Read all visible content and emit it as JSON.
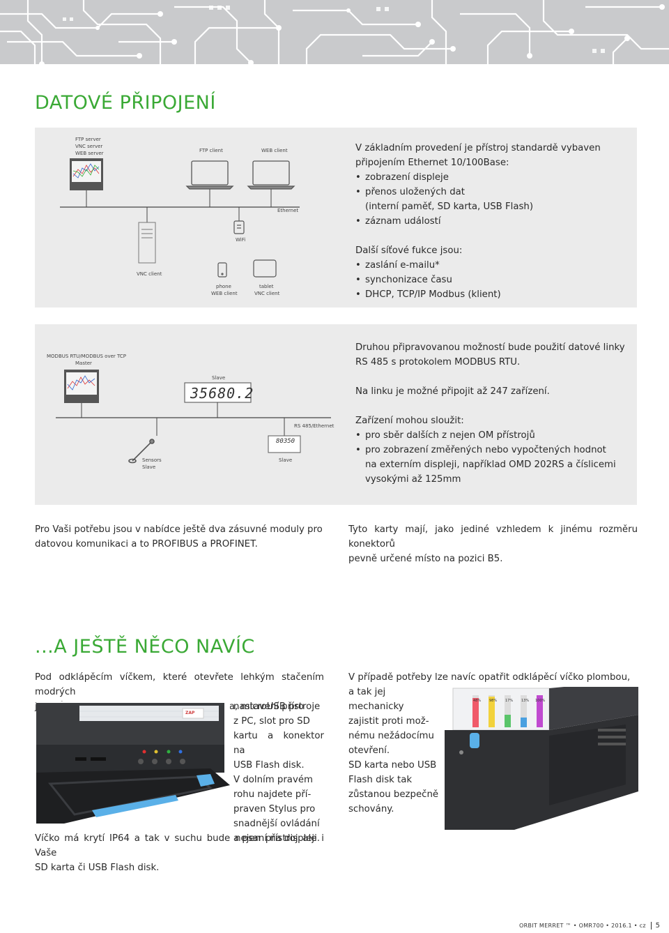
{
  "section1": {
    "title": "DATOVÉ PŘIPOJENÍ",
    "diagram1": {
      "labels": {
        "ftp_server": "FTP server",
        "vnc_server": "VNC server",
        "web_server": "WEB server",
        "ftp_client": "FTP client",
        "web_client": "WEB client",
        "ethernet": "Ethernet",
        "wifi": "WiFi",
        "vnc_client": "VNC client",
        "phone": "phone",
        "phone_web_client": "WEB client",
        "tablet": "tablet",
        "tablet_vnc_client": "VNC client"
      }
    },
    "text1": {
      "intro": [
        "V základním provedení je přístroj standardě vybaven",
        "připojením Ethernet 10/100Base:"
      ],
      "bullets": [
        "zobrazení displeje",
        "přenos uložených dat",
        "záznam událostí"
      ],
      "bullet2_cont": "(interní paměť, SD karta, USB Flash)",
      "intro2": "Další síťové fukce jsou:",
      "bullets2": [
        "zaslání e-mailu*",
        "synchonizace času",
        "DHCP, TCP/IP Modbus (klient)"
      ]
    },
    "diagram2": {
      "labels": {
        "master1": "MODBUS RTU/MODBUS over TCP",
        "master2": "Master",
        "slave_display": "Slave",
        "display_value": "35680.2",
        "rs485": "RS 485/Ethernet",
        "small_display_value": "80350",
        "sensors": "Sensors",
        "sensors_slave": "Slave",
        "slave_bottom": "Slave"
      }
    },
    "text2": {
      "line1": "Druhou připravovanou možností bude použití datové linky",
      "line2": "RS 485 s protokolem MODBUS RTU.",
      "line3": "Na linku je možné připojit až 247 zařízení.",
      "line4": "Zařízení mohou sloužit:",
      "bullet1": "pro sběr dalších z nejen OM přístrojů",
      "bullet2": "pro zobrazení změřených nebo vypočtených hodnot",
      "bullet2_cont1": "na externím displeji, například OMD 202RS a číslicemi",
      "bullet2_cont2": "vysokými až 125mm"
    },
    "para_left": [
      "Pro Vaši potřebu jsou v nabídce ještě dva zásuvné moduly pro",
      "datovou komunikaci a to PROFIBUS a PROFINET."
    ],
    "para_right": [
      "Tyto karty mají, jako jediné vzhledem k jinému rozměru konektorů",
      "pevně určené místo na pozici B5."
    ]
  },
  "section2": {
    "title": "...A JEŠTĚ NĚCO NAVÍC",
    "left_top": [
      "Pod odklápěcím víčkem, které otevřete lehkým stačením modrých",
      "jezdců Vám jsou dostupná ovládací tlačítka, microUSB pro"
    ],
    "left_side": [
      "nastavení přístroje",
      "z PC, slot pro SD",
      "kartu a konektor na",
      "USB Flash disk.",
      "V dolním pravém",
      "rohu najdete pří-",
      "praven Stylus pro",
      "snadnější ovládání",
      "a psaní na displeji."
    ],
    "left_bottom": [
      "Víčko má krytí IP64 a tak v suchu bude nejen přístroj ale i Vaše",
      "SD karta či USB Flash disk."
    ],
    "right_top": "V případě potřeby lze navíc opatřit odklápěcí víčko plombou,",
    "right_side": [
      "a tak jej mechanicky",
      "zajistit proti mož-",
      "nému nežádocímu",
      "otevření.",
      "SD karta nebo USB",
      "Flash disk tak",
      "zůstanou bezpečně",
      "schovány."
    ],
    "photo_labels": {
      "zap": "ZAP"
    },
    "bar_labels": [
      "48%",
      "98%",
      "17%",
      "13%",
      "100%"
    ]
  },
  "footer": {
    "brand": "ORBIT MERRET ™ • OMR700 • 2016.1 • cz",
    "page": "5"
  },
  "colors": {
    "accent": "#3aa935",
    "panel": "#ebebeb",
    "header": "#c9cacc"
  }
}
